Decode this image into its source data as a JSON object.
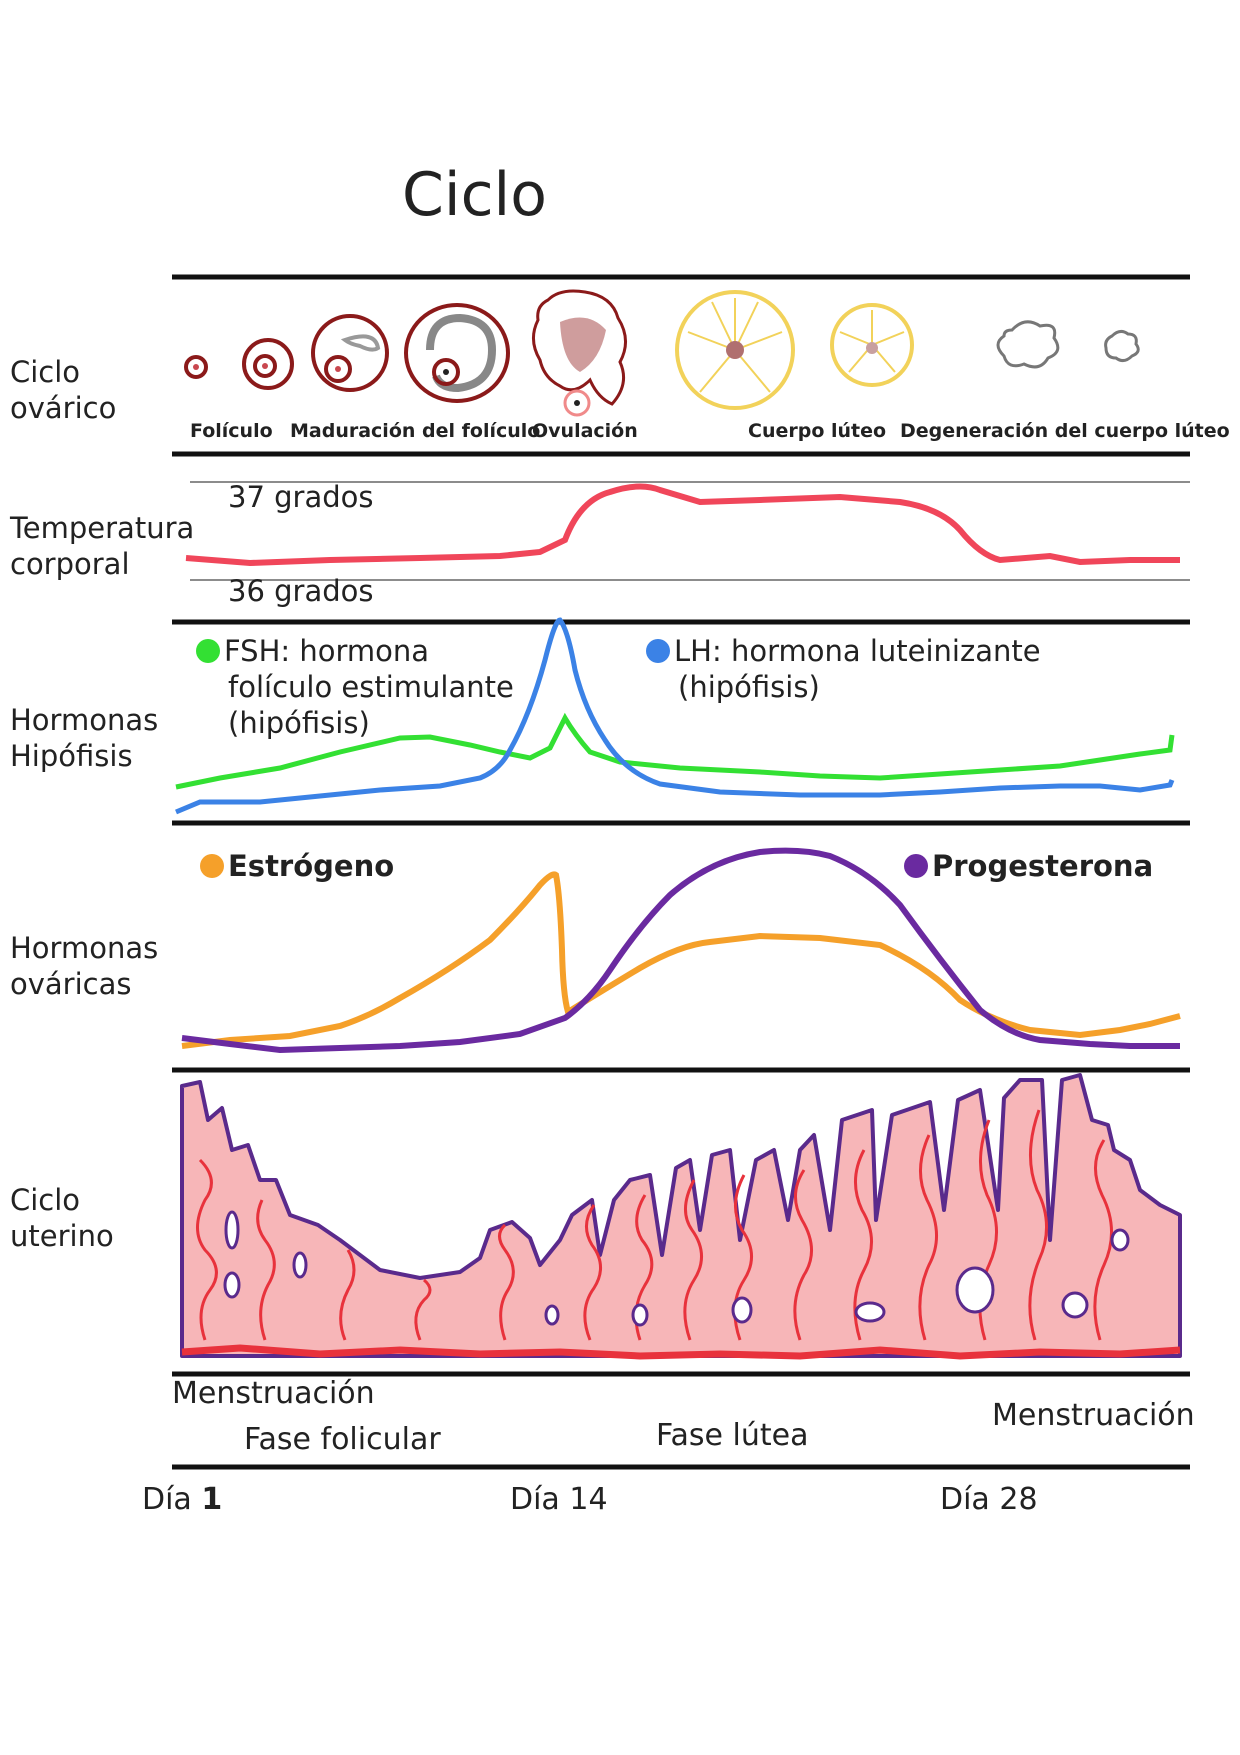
{
  "title": "Ciclo",
  "rows": {
    "ovarian": [
      "Ciclo",
      "ovárico"
    ],
    "temperature": [
      "Temperatura",
      "corporal"
    ],
    "pituitary": [
      "Hormonas",
      "Hipófisis"
    ],
    "ovarian_hormones": [
      "Hormonas",
      "ováricas"
    ],
    "uterine": [
      "Ciclo",
      "uterino"
    ]
  },
  "stages": [
    "Folículo",
    "Maduración del folículo",
    "Ovulación",
    "Cuerpo lúteo",
    "Degeneración del cuerpo lúteo"
  ],
  "temperature": {
    "high_label": "37 grados",
    "low_label": "36 grados"
  },
  "legends": {
    "fsh": [
      "FSH: hormona",
      "folículo estimulante",
      "(hipófisis)"
    ],
    "lh": [
      "LH: hormona luteinizante",
      "(hipófisis)"
    ],
    "estrogen": "Estrógeno",
    "progesterone": "Progesterona"
  },
  "phases": {
    "menstruation_start": "Menstruación",
    "follicular": "Fase folicular",
    "luteal": "Fase lútea",
    "menstruation_end": "Menstruación"
  },
  "days": {
    "day1_prefix": "Día",
    "day1_num": "1",
    "day14": "Día 14",
    "day28": "Día 28"
  },
  "colors": {
    "temperature": "#f0465a",
    "fsh": "#33e033",
    "lh": "#3b82e6",
    "estrogen": "#f5a02a",
    "progesterone": "#6a2aa0",
    "endometrium_fill": "#f7b6b8",
    "endometrium_outline": "#5a2a8c",
    "vessels": "#e8323c",
    "follicle": "#8b1a1a",
    "corpus_luteum": "#f2d25a",
    "degenerated": "#777777"
  }
}
